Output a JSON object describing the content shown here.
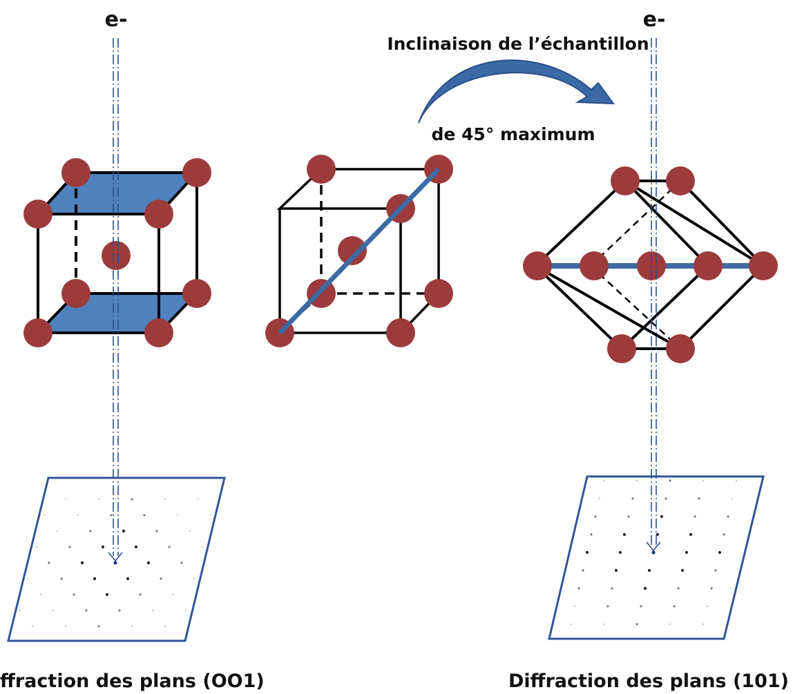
{
  "electron_label_left": "e-",
  "electron_label_right": "e-",
  "tilt_text_line1": "Inclinaison de l’échantillon",
  "tilt_text_line2": "de 45° maximum",
  "caption_left": "ffraction des plans (OO1)",
  "caption_right": "Diffraction des plans (101)",
  "colors": {
    "atom": "#9b3b3b",
    "plane_fill": "#4f81bd",
    "plane_line": "#3d6aa3",
    "arrow": "#3b6aa6",
    "beam": "#2a4f8a",
    "screen_border": "#2f5597",
    "edges": "#000000"
  }
}
